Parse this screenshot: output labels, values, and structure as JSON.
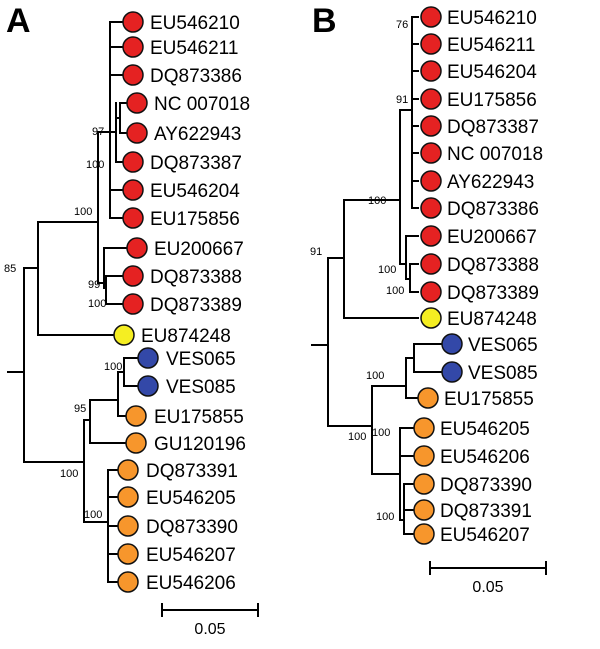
{
  "colors": {
    "red": "#e52222",
    "yellow": "#f5ee22",
    "blue": "#3348a8",
    "orange": "#f7962c"
  },
  "panel_a": {
    "label": "A",
    "tips": [
      {
        "name": "EU546210",
        "color": "red"
      },
      {
        "name": "EU546211",
        "color": "red"
      },
      {
        "name": "DQ873386",
        "color": "red"
      },
      {
        "name": "NC 007018",
        "color": "red"
      },
      {
        "name": "AY622943",
        "color": "red"
      },
      {
        "name": "DQ873387",
        "color": "red"
      },
      {
        "name": "EU546204",
        "color": "red"
      },
      {
        "name": "EU175856",
        "color": "red"
      },
      {
        "name": "EU200667",
        "color": "red"
      },
      {
        "name": "DQ873388",
        "color": "red"
      },
      {
        "name": "DQ873389",
        "color": "red"
      },
      {
        "name": "EU874248",
        "color": "yellow"
      },
      {
        "name": "VES065",
        "color": "blue"
      },
      {
        "name": "VES085",
        "color": "blue"
      },
      {
        "name": "EU175855",
        "color": "orange"
      },
      {
        "name": "GU120196",
        "color": "orange"
      },
      {
        "name": "DQ873391",
        "color": "orange"
      },
      {
        "name": "EU546205",
        "color": "orange"
      },
      {
        "name": "DQ873390",
        "color": "orange"
      },
      {
        "name": "EU546207",
        "color": "orange"
      },
      {
        "name": "EU546206",
        "color": "orange"
      }
    ],
    "bootstrap": [
      "97",
      "100",
      "100",
      "85",
      "99",
      "100",
      "100",
      "95",
      "100",
      "100"
    ],
    "scale_label": "0.05"
  },
  "panel_b": {
    "label": "B",
    "tips": [
      {
        "name": "EU546210",
        "color": "red"
      },
      {
        "name": "EU546211",
        "color": "red"
      },
      {
        "name": "EU546204",
        "color": "red"
      },
      {
        "name": "EU175856",
        "color": "red"
      },
      {
        "name": "DQ873387",
        "color": "red"
      },
      {
        "name": "NC 007018",
        "color": "red"
      },
      {
        "name": "AY622943",
        "color": "red"
      },
      {
        "name": "DQ873386",
        "color": "red"
      },
      {
        "name": "EU200667",
        "color": "red"
      },
      {
        "name": "DQ873388",
        "color": "red"
      },
      {
        "name": "DQ873389",
        "color": "red"
      },
      {
        "name": "EU874248",
        "color": "yellow"
      },
      {
        "name": "VES065",
        "color": "blue"
      },
      {
        "name": "VES085",
        "color": "blue"
      },
      {
        "name": "EU175855",
        "color": "orange"
      },
      {
        "name": "EU546205",
        "color": "orange"
      },
      {
        "name": "EU546206",
        "color": "orange"
      },
      {
        "name": "DQ873390",
        "color": "orange"
      },
      {
        "name": "DQ873391",
        "color": "orange"
      },
      {
        "name": "EU546207",
        "color": "orange"
      }
    ],
    "bootstrap": [
      "76",
      "91",
      "100",
      "91",
      "100",
      "100",
      "100",
      "100",
      "100",
      "100"
    ],
    "scale_label": "0.05"
  }
}
